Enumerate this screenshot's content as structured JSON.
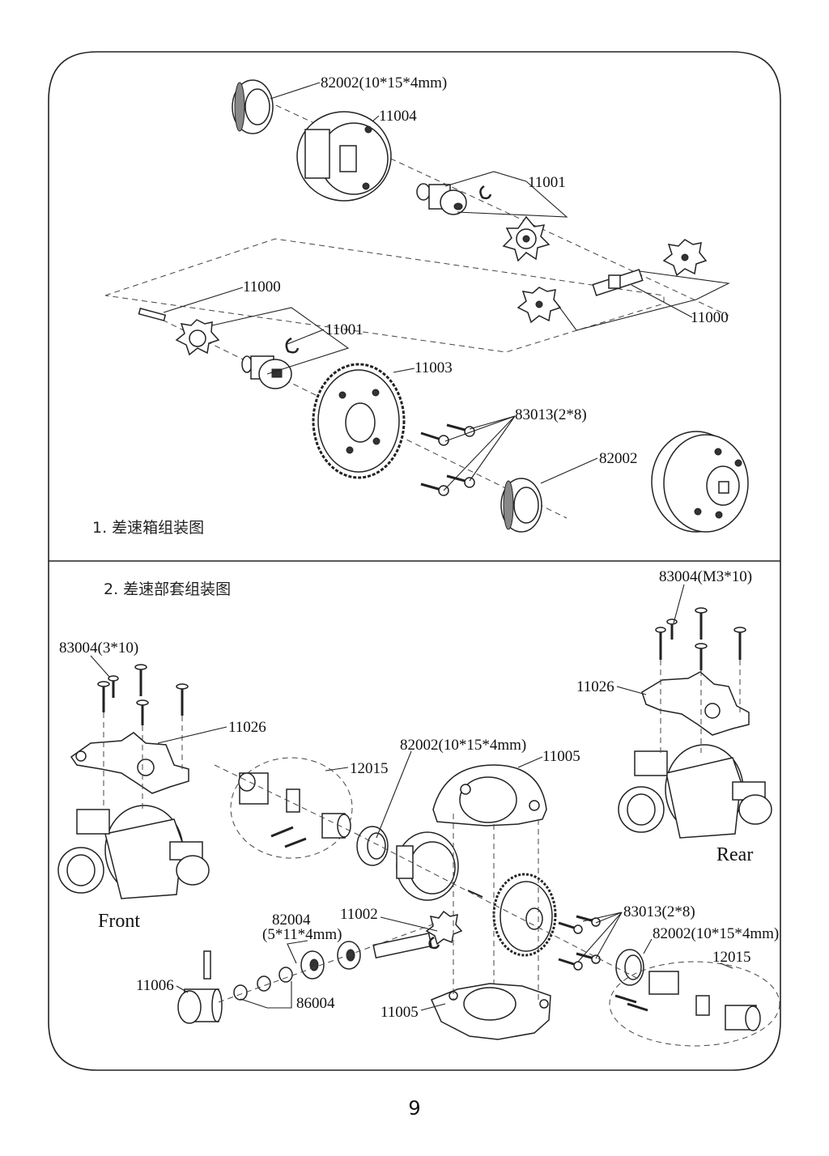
{
  "section1": {
    "title": "1. 差速箱组装图"
  },
  "section2": {
    "title": "2. 差速部套组装图"
  },
  "page_number": "9",
  "labels": {
    "s1_82002_a": "82002(10*15*4mm)",
    "s1_11004": "11004",
    "s1_11001_a": "11001",
    "s1_11000_a": "11000",
    "s1_11000_b": "11000",
    "s1_11001_b": "11001",
    "s1_11003": "11003",
    "s1_83013": "83013(2*8)",
    "s1_82002_b": "82002",
    "s2_83004_rear": "83004(M3*10)",
    "s2_83004_front": "83004(3*10)",
    "s2_11026_rear": "11026",
    "s2_11026_front": "11026",
    "s2_82002_a": "82002(10*15*4mm)",
    "s2_11005_top": "11005",
    "s2_12015_a": "12015",
    "s2_rear": "Rear",
    "s2_front": "Front",
    "s2_82004": "82004",
    "s2_82004_size": "(5*11*4mm)",
    "s2_11002": "11002",
    "s2_83013": "83013(2*8)",
    "s2_82002_b": "82002(10*15*4mm)",
    "s2_12015_b": "12015",
    "s2_11006": "11006",
    "s2_86004": "86004",
    "s2_11005_bottom": "11005"
  }
}
